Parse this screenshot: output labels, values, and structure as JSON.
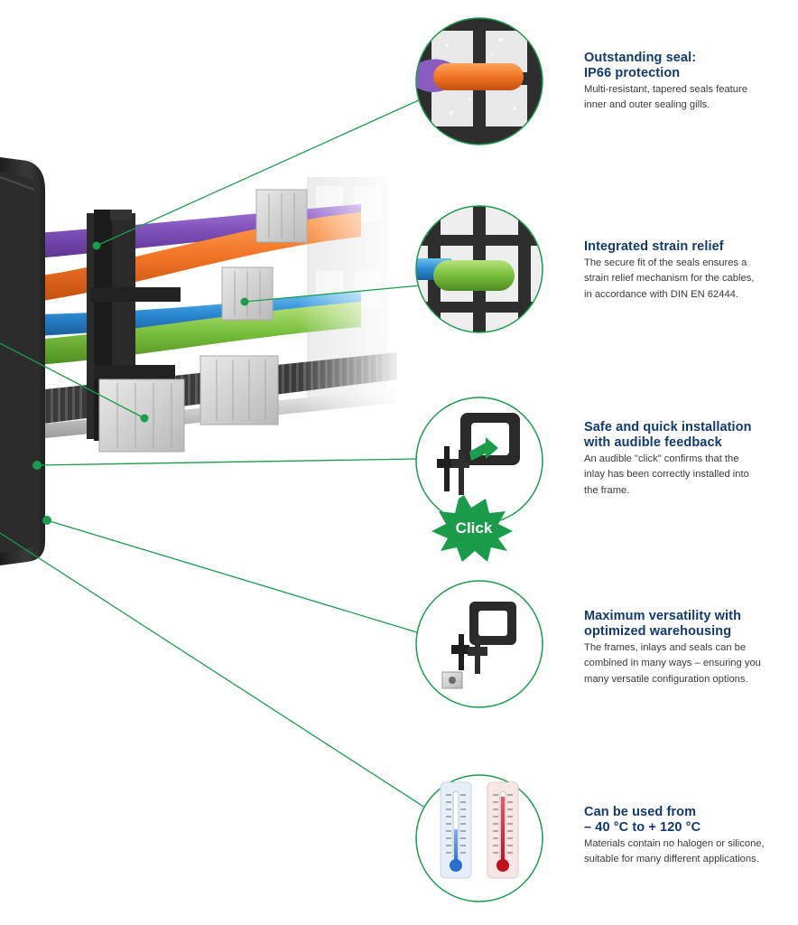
{
  "features": [
    {
      "icon": "seal-closeup",
      "title_lines": [
        "Outstanding seal:",
        "IP66 protection"
      ],
      "desc_lines": [
        "Multi-resistant, tapered seals feature",
        "inner and outer sealing gills."
      ]
    },
    {
      "icon": "strain-relief-closeup",
      "title_lines": [
        "Integrated strain relief",
        ""
      ],
      "desc_lines": [
        "The secure fit of the seals ensures a",
        "strain relief mechanism for the cables,",
        "in accordance with DIN EN 62444."
      ]
    },
    {
      "icon": "click-installation",
      "title_lines": [
        "Safe and quick installation",
        "with audible feedback"
      ],
      "desc_lines": [
        "An audible \"click\" confirms that the",
        "inlay has been correctly installed into",
        "the frame."
      ],
      "badge": "Click"
    },
    {
      "icon": "modular-parts",
      "title_lines": [
        "Maximum versatility with",
        "optimized warehousing"
      ],
      "desc_lines": [
        "The frames, inlays and seals can be",
        "combined in many ways – ensuring you",
        "many versatile configuration options."
      ]
    },
    {
      "icon": "thermometers",
      "title_lines": [
        "Can be used from",
        "– 40 °C to + 120 °C"
      ],
      "desc_lines": [
        "Materials contain no halogen or silicone,",
        "suitable for many different applications."
      ]
    }
  ],
  "colors": {
    "accent_green": "#1a9c4a",
    "title_navy": "#123a6e",
    "text_gray": "#3a3a3a",
    "cable_purple": "#8a5cc0",
    "cable_orange": "#f07a2a",
    "cable_blue": "#2e8fd6",
    "cable_green": "#7cc242"
  }
}
